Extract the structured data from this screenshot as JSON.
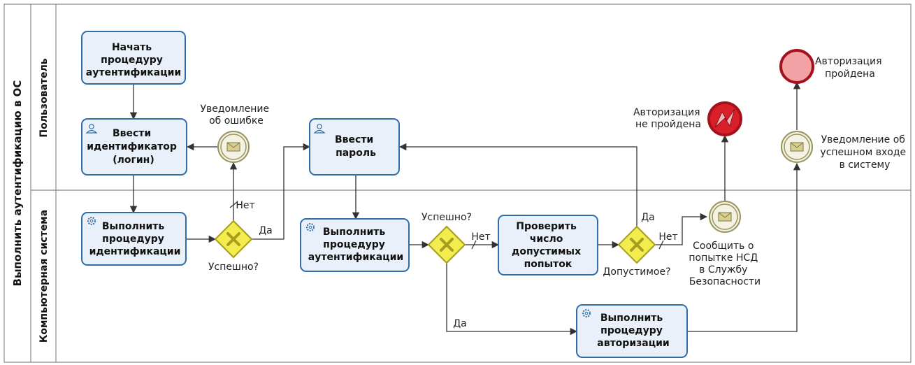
{
  "pool": {
    "title": "Выполнить аутентификацию в ОС"
  },
  "lanes": {
    "user": "Пользователь",
    "system": "Компьютерная система"
  },
  "tasks": {
    "start_procedure": [
      "Начать",
      "процедуру",
      "аутентификации"
    ],
    "enter_id": [
      "Ввести",
      "идентификатор",
      "(логин)"
    ],
    "run_identification": [
      "Выполнить",
      "процедуру",
      "идентификации"
    ],
    "enter_password": [
      "Ввести",
      "пароль"
    ],
    "run_authentication": [
      "Выполнить",
      "процедуру",
      "аутентификации"
    ],
    "check_attempts": [
      "Проверить",
      "число",
      "допустимых",
      "попыток"
    ],
    "run_authorization": [
      "Выполнить",
      "процедуру",
      "авторизации"
    ]
  },
  "events": {
    "error_notice": [
      "Уведомление",
      "об ошибке"
    ],
    "auth_failed": [
      "Авторизация",
      "не пройдена"
    ],
    "success_notice": [
      "Уведомление об",
      "успешном входе",
      "в систему"
    ],
    "auth_passed": [
      "Авторизация",
      "пройдена"
    ],
    "report_nsd": [
      "Сообщить о",
      "попытке НСД",
      "в Службу",
      "Безопасности"
    ]
  },
  "gateways": {
    "g1": "Успешно?",
    "g2": "Успешно?",
    "g3": "Допустимое?"
  },
  "flow_labels": {
    "g1_no": "Нет",
    "g1_yes": "Да",
    "g2_no": "Нет",
    "g2_yes": "Да",
    "g3_yes": "Да",
    "g3_no": "Нет"
  },
  "colors": {
    "task_fill": "#eaf0fa",
    "task_stroke": "#2f6ca8",
    "gateway_fill": "#f2ec4e",
    "gateway_stroke": "#a89c1c",
    "message_stroke": "#9a9460",
    "end_fill": "#f2a2a4",
    "end_stroke": "#a5121e",
    "error_end_fill": "#d9202a"
  }
}
